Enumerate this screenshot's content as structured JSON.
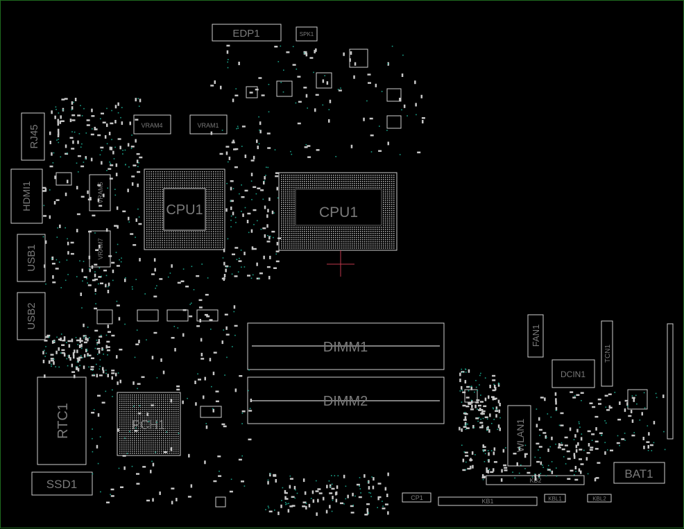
{
  "board": {
    "colors": {
      "background": "#000000",
      "border": "#1f6b1f",
      "outline": "#d0d0d0",
      "label": "#7a7a7a",
      "via": "#1aa38a",
      "marker": "#c0394b"
    },
    "components": {
      "edp1": "EDP1",
      "spk1": "SPK1",
      "rj45": "RJ45",
      "hdmi1": "HDMI1",
      "usb1": "USB1",
      "usb2": "USB2",
      "rtc1": "RTC1",
      "ssd1": "SSD1",
      "vram4": "VRAM4",
      "vram1": "VRAM1",
      "vram5": "VRAM5",
      "vram7": "VRAM7",
      "gpu_cpu1": "CPU1",
      "cpu1": "CPU1",
      "pch1": "PCH1",
      "dimm1": "DIMM1",
      "dimm2": "DIMM2",
      "fan1": "FAN1",
      "dcin1": "DCIN1",
      "tcn1": "TCN1",
      "wlan1": "WLAN1",
      "kb2": "KB2",
      "kb1": "KB1",
      "cp1": "CP1",
      "kbl1": "KBL1",
      "kbl2": "KBL2",
      "bat1": "BAT1"
    }
  }
}
